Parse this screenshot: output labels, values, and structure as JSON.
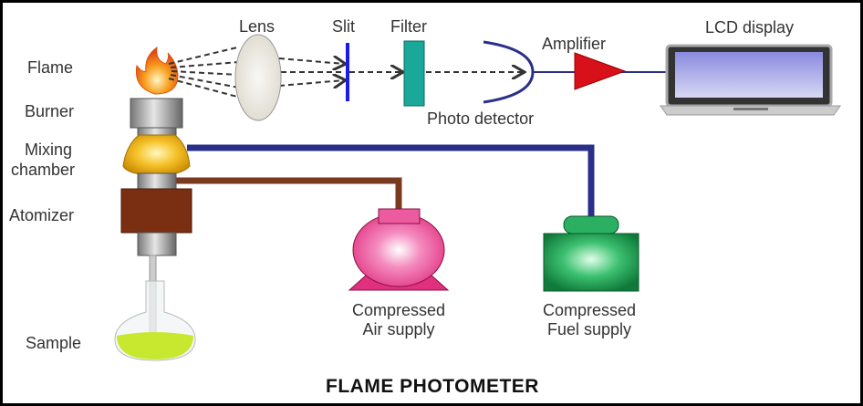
{
  "title": "FLAME PHOTOMETER",
  "labels": {
    "flame": "Flame",
    "burner": "Burner",
    "mixing_chamber_1": "Mixing",
    "mixing_chamber_2": "chamber",
    "atomizer": "Atomizer",
    "sample": "Sample",
    "lens": "Lens",
    "slit": "Slit",
    "filter": "Filter",
    "photo_detector": "Photo detector",
    "amplifier": "Amplifier",
    "lcd_display": "LCD display",
    "air_supply_1": "Compressed",
    "air_supply_2": "Air supply",
    "fuel_supply_1": "Compressed",
    "fuel_supply_2": "Fuel supply"
  },
  "colors": {
    "fuel_pipe": "#2a2f8a",
    "air_pipe": "#7a3a20",
    "slit": "#1a1aee",
    "amplifier": "#d8101a",
    "air_pump": "#e83c8c",
    "fuel_tank": "#1a9a4a",
    "filter": "#1aa89a"
  }
}
